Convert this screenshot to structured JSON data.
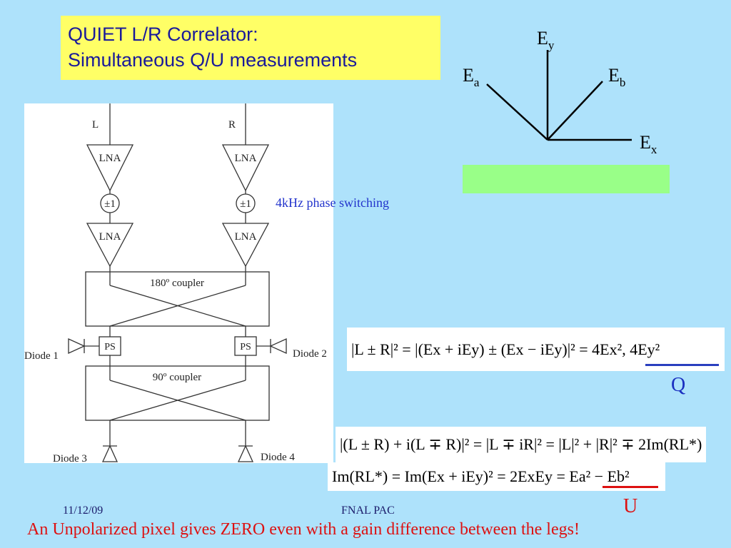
{
  "title": {
    "line1": "QUIET L/R Correlator:",
    "line2": "Simultaneous Q/U measurements"
  },
  "circuit": {
    "input_left": "L",
    "input_right": "R",
    "lna": "LNA",
    "phase_switch": "±1",
    "coupler_180": "180º coupler",
    "coupler_90": "90º coupler",
    "ps": "PS",
    "diode1": "Diode 1",
    "diode2": "Diode 2",
    "diode3": "Diode 3",
    "diode4": "Diode 4"
  },
  "phase_note": "4kHz phase switching",
  "axes": {
    "ey_main": "E",
    "ey_sub": "y",
    "ea_main": "E",
    "ea_sub": "a",
    "eb_main": "E",
    "eb_sub": "b",
    "ex_main": "E",
    "ex_sub": "x"
  },
  "equations": {
    "eq1": "|L ± R|² = |(Ex + iEy) ± (Ex − iEy)|² = 4Ex², 4Ey²",
    "eq2": "|(L ± R) + i(L ∓ R)|² = |L ∓ iR|² = |L|² + |R|² ∓ 2Im(RL*)",
    "eq3": "Im(RL*) = Im(Ex + iEy)² = 2ExEy = Ea² − Eb²"
  },
  "labels": {
    "q": "Q",
    "u": "U"
  },
  "footer": {
    "date": "11/12/09",
    "center": "FNAL PAC"
  },
  "bottom_note": "An Unpolarized pixel gives ZERO even with a gain difference between the legs!",
  "colors": {
    "background": "#aee2fb",
    "title_box": "#ffff66",
    "green_box": "#99ff88",
    "q_underline": "#2a3fbf",
    "u_underline": "#dd1111"
  }
}
